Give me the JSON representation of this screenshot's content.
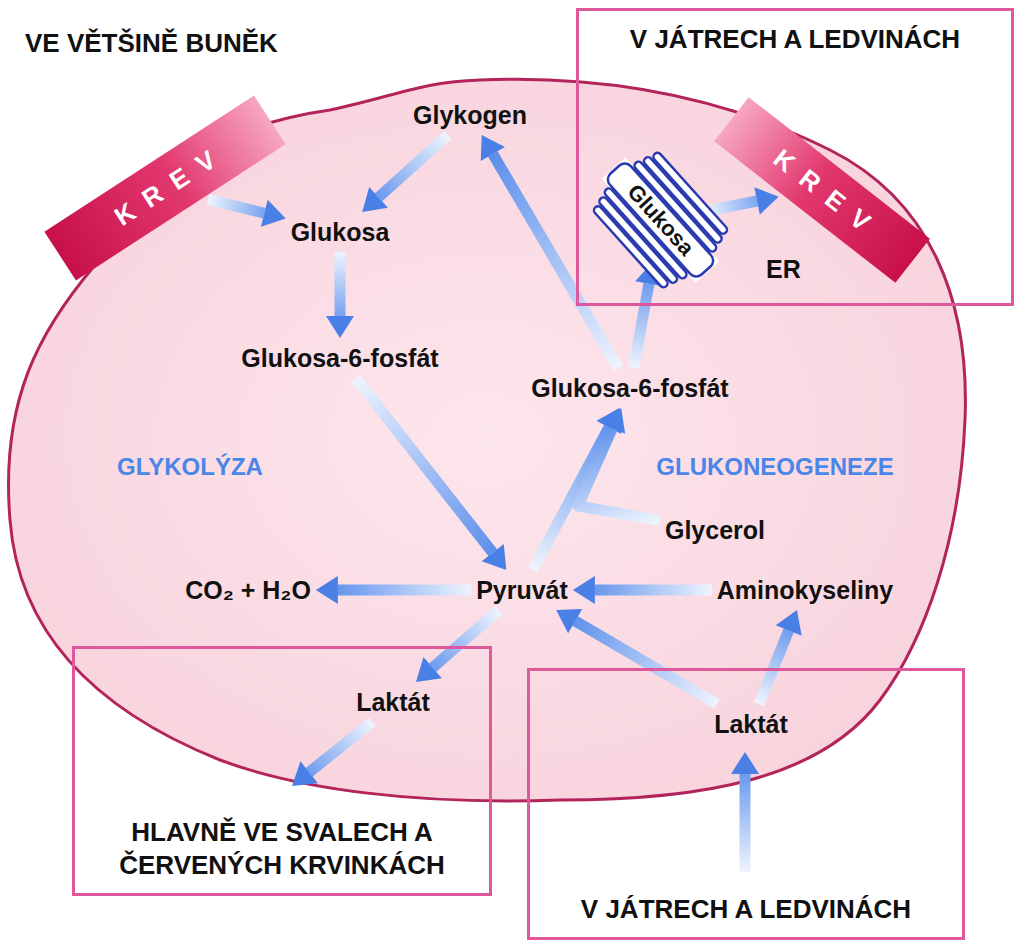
{
  "diagram": {
    "nodes": [
      {
        "text": [
          "KREV"
        ]
      },
      {
        "text": [
          "V JÁTRECH A LEDVINÁCH"
        ]
      },
      {
        "text": [
          "Glykogen"
        ]
      },
      {
        "text": [
          "Glukosa"
        ]
      },
      {
        "text": [
          "Glukosa",
          "ER"
        ],
        "in": 1
      },
      {
        "text": [
          "KREV"
        ],
        "in": 1
      },
      {
        "text": [
          "Glukosa-6-fosfát"
        ]
      },
      {
        "text": [
          "Glukosa-6-fosfát"
        ]
      },
      {
        "text": [
          "Glycerol"
        ]
      },
      {
        "text": [
          "Pyruvát"
        ]
      },
      {
        "text": [
          "CO₂ + H₂O"
        ]
      },
      {
        "text": [
          "Aminokyseliny"
        ]
      },
      {
        "text": [
          "HLAVNĚ VE SVALECH A ČERVENÝCH KRVINKÁCH"
        ]
      },
      {
        "text": [
          "Laktát"
        ],
        "in": 12
      },
      {
        "text": [
          "V JÁTRECH A LEDVINÁCH"
        ]
      },
      {
        "text": [
          "Laktát"
        ],
        "in": 14
      }
    ],
    "edges": [
      {
        "from": 0,
        "to": 3,
        "arrow": "to"
      },
      {
        "from": 2,
        "to": 3,
        "arrow": "to"
      },
      {
        "from": 3,
        "to": 6,
        "arrow": "to"
      },
      {
        "from": 6,
        "to": 9,
        "arrow": "to"
      },
      {
        "from": 9,
        "to": 7,
        "arrow": "to"
      },
      {
        "from": 8,
        "to": 7,
        "arrow": "to"
      },
      {
        "from": 7,
        "to": 2,
        "arrow": "to"
      },
      {
        "from": 7,
        "to": 4,
        "arrow": "to"
      },
      {
        "from": 4,
        "to": 5,
        "arrow": "to"
      },
      {
        "from": 9,
        "to": 10,
        "arrow": "to"
      },
      {
        "from": 11,
        "to": 9,
        "arrow": "to"
      },
      {
        "from": 9,
        "to": 13,
        "arrow": "to"
      },
      {
        "from": 15,
        "to": 9,
        "arrow": "to"
      },
      {
        "from": 15,
        "to": 11,
        "arrow": "to"
      }
    ],
    "labels": [
      "VE VĚTŠINĚ BUNĚK",
      "GLYKOLÝZA",
      "GLUKONEOGENEZE"
    ]
  }
}
